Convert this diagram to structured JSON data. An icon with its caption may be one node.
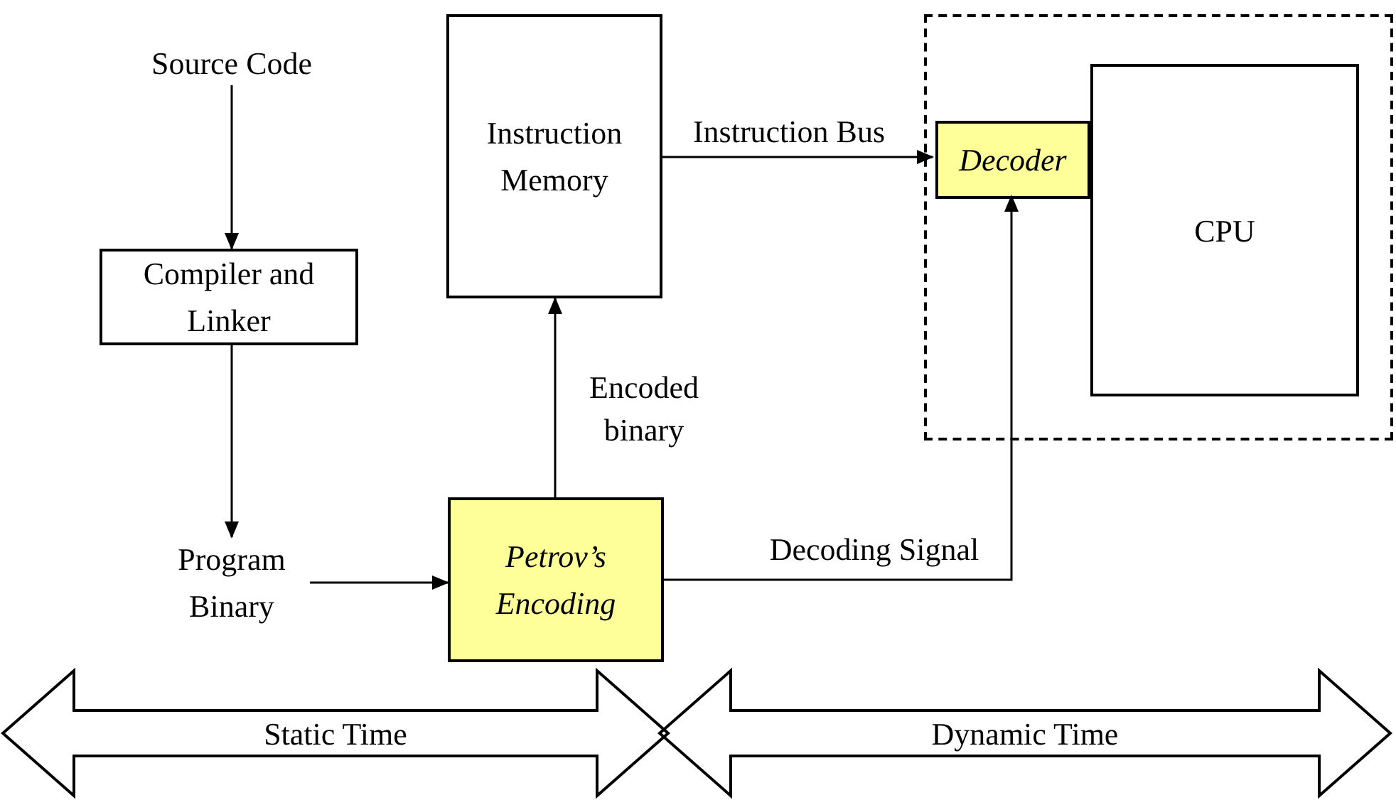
{
  "diagram": {
    "nodes": [
      {
        "text": [
          "Source Code"
        ]
      },
      {
        "text": [
          "Compiler and Linker"
        ]
      },
      {
        "text": [
          "Program Binary"
        ]
      },
      {
        "text": [
          "Instruction Memory"
        ]
      },
      {
        "text": [
          "Petrov’s Encoding"
        ]
      },
      {
        "text": [],
        "shape": "box"
      },
      {
        "text": [
          "Decoder"
        ],
        "in": 5
      },
      {
        "text": [
          "CPU"
        ],
        "in": 5
      },
      {
        "text": [
          "Static Time"
        ]
      },
      {
        "text": [
          "Dynamic Time"
        ]
      }
    ],
    "edges": [
      {
        "from": 0,
        "to": 1,
        "arrow": "to"
      },
      {
        "from": 1,
        "to": 2,
        "arrow": "to"
      },
      {
        "from": 2,
        "to": 4,
        "arrow": "to"
      },
      {
        "from": 4,
        "to": 3,
        "arrow": "to",
        "label": "Encoded binary"
      },
      {
        "from": 3,
        "to": 6,
        "arrow": "to",
        "label": "Instruction Bus"
      },
      {
        "from": 4,
        "to": 6,
        "arrow": "to",
        "label": "Decoding Signal"
      }
    ]
  }
}
